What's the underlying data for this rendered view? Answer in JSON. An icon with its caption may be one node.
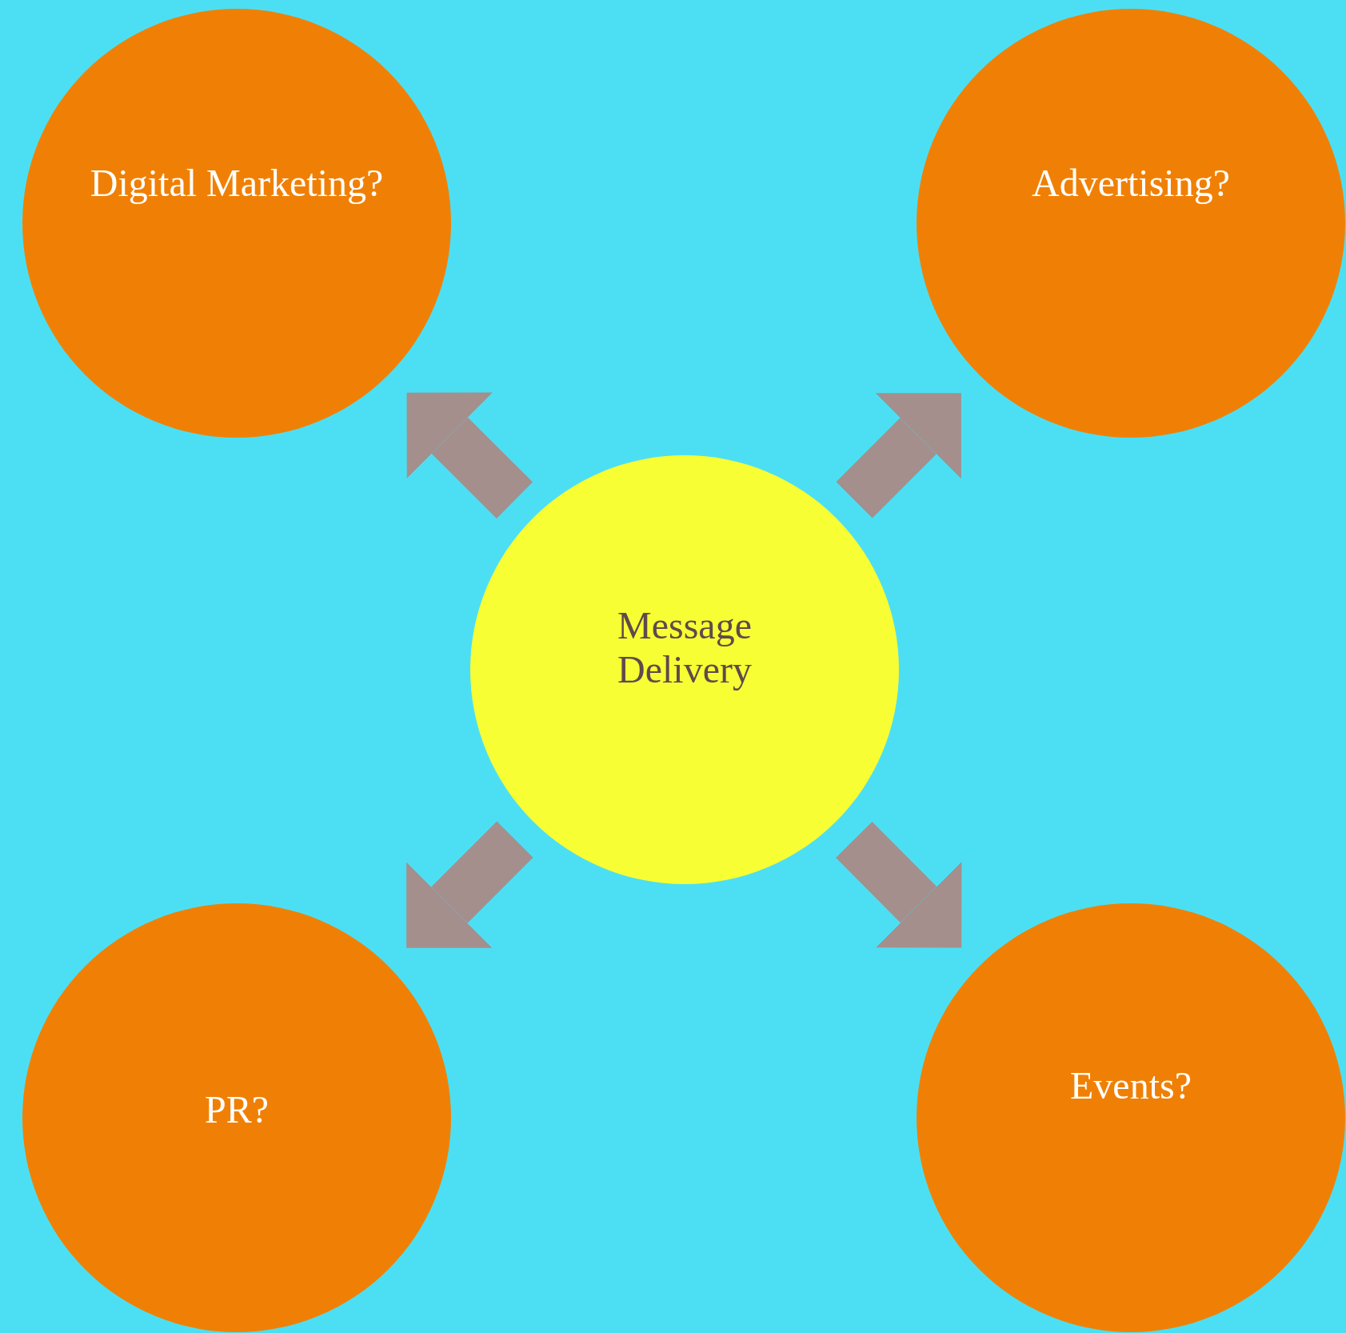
{
  "diagram": {
    "nodes": [
      {
        "text": [
          "Digital Marketing?"
        ]
      },
      {
        "text": [
          "Advertising?"
        ]
      },
      {
        "text": [
          "Message Delivery"
        ]
      },
      {
        "text": [
          "PR?"
        ]
      },
      {
        "text": [
          "Events?"
        ]
      }
    ],
    "edges": [
      {
        "from": 2,
        "to": 0,
        "arrow": "to"
      },
      {
        "from": 2,
        "to": 1,
        "arrow": "to"
      },
      {
        "from": 2,
        "to": 3,
        "arrow": "to"
      },
      {
        "from": 2,
        "to": 4,
        "arrow": "to"
      }
    ]
  }
}
